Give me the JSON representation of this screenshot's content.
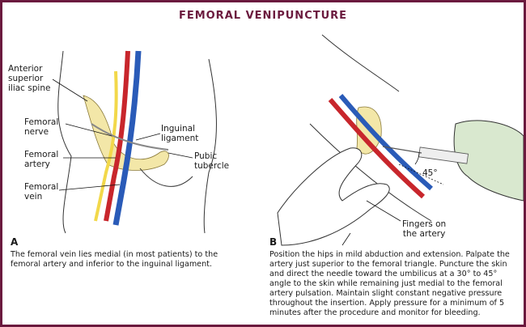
{
  "title": "FEMORAL VENIPUNCTURE",
  "panel_a": {
    "letter": "A",
    "labels": {
      "asis": [
        "Anterior",
        "superior",
        "iliac spine"
      ],
      "nerve": [
        "Femoral",
        "nerve"
      ],
      "artery": [
        "Femoral",
        "artery"
      ],
      "vein": [
        "Femoral",
        "vein"
      ],
      "ligament": [
        "Inguinal",
        "ligament"
      ],
      "pubic": [
        "Pubic",
        "tubercle"
      ]
    },
    "caption": "The femoral vein lies medial (in most patients) to the femoral artery and inferior to the inguinal ligament."
  },
  "panel_b": {
    "letter": "B",
    "angle_label": "45°",
    "fingers_label": [
      "Fingers on",
      "the artery"
    ],
    "caption": "Position the hips in mild abduction and extension. Palpate the artery just superior to the femoral triangle. Puncture the skin and direct the needle toward the umbilicus at a 30° to 45° angle to the skin while remaining just medial to the femoral artery pulsation. Maintain slight constant negative pressure throughout the insertion. Apply pressure for a minimum of 5 minutes after the procedure and monitor for bleeding."
  },
  "colors": {
    "frame": "#6b1a3e",
    "artery": "#c8262c",
    "vein": "#2a5bb8",
    "nerve": "#f2d84a",
    "bone": "#f3e7a8"
  }
}
